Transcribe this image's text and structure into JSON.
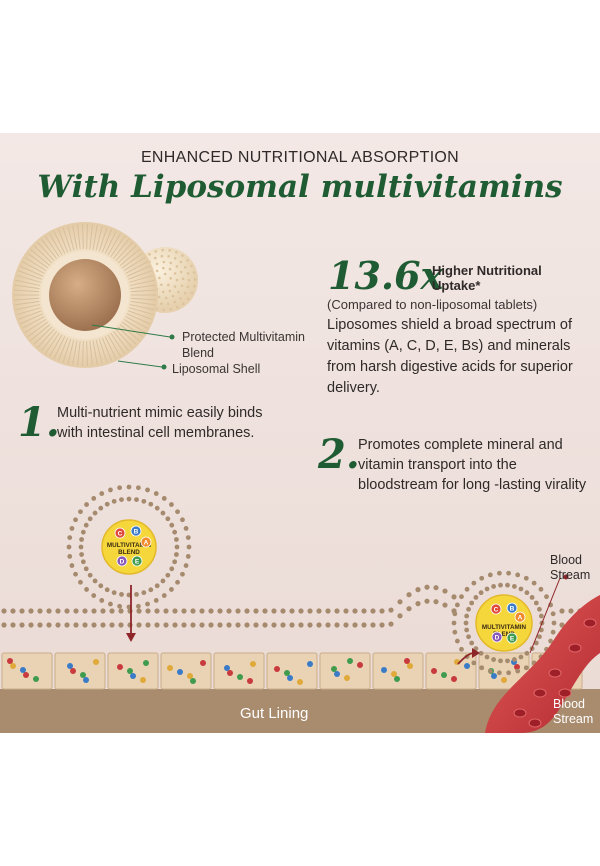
{
  "heading": {
    "eyebrow": "ENHANCED NUTRITIONAL ABSORPTION",
    "title": "With Liposomal multivitamins"
  },
  "liposome": {
    "core_label": "Protected Multivitamin Blend",
    "shell_label": "Liposomal Shell"
  },
  "stat": {
    "number": "13.6x",
    "label": "Higher Nutritional Uptake*",
    "note": "(Compared to non-liposomal tablets)",
    "description": "Liposomes shield a broad spectrum of vitamins (A, C, D, E, Bs) and minerals from harsh digestive acids for superior delivery."
  },
  "steps": [
    {
      "number": "1.",
      "text": "Multi-nutrient mimic easily binds with intestinal cell membranes."
    },
    {
      "number": "2.",
      "text": "Promotes complete mineral and vitamin transport into the bloodstream for long -lasting virality"
    }
  ],
  "diagram": {
    "blend_label_left": "MULTIVITAMIN BLEND",
    "blend_label_right": "MULTIVITAMIN BLEND",
    "gut_label": "Gut Lining",
    "blood_label_top": "Blood Stream",
    "blood_label_bottom": "Blood Stream",
    "vitamin_letters": [
      "C",
      "B",
      "A",
      "D",
      "E"
    ]
  },
  "colors": {
    "green": "#1f5c33",
    "shell": "#e9d4b6",
    "core": "#b98b63",
    "bilayer": "#a58a6e",
    "gut": "#a98b6e",
    "cell": "#e9d3b4",
    "blood": "#c83a3d",
    "blend": "#f5d63b"
  }
}
